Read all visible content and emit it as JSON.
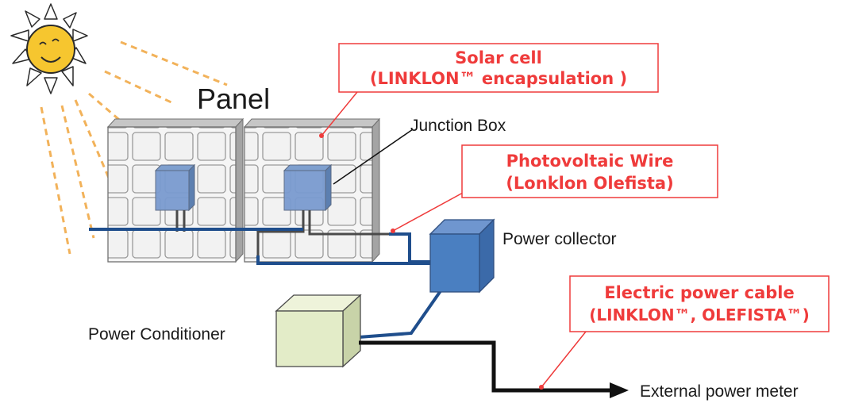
{
  "labels": {
    "panel": "Panel",
    "junction_box": "Junction Box",
    "power_collector": "Power collector",
    "power_conditioner": "Power Conditioner",
    "external_power_meter": "External power meter"
  },
  "callouts": {
    "solar_cell": {
      "line1": "Solar cell",
      "line2": "(LINKLON™ encapsulation )"
    },
    "photovoltaic_wire": {
      "line1": "Photovoltaic Wire",
      "line2": "(Lonklon Olefista)"
    },
    "electric_power_cable": {
      "line1": "Electric power cable",
      "line2": "(LINKLON™, OLEFISTA™)"
    }
  },
  "colors": {
    "callout_red": "#ef3b3b",
    "wire_blue": "#1f4e8c",
    "box_blue": "#4a7fc1",
    "conditioner_green": "#e3ecc8",
    "sun_yellow": "#f6c62f",
    "ray_orange": "#f2b25a",
    "panel_gray": "#e3e3e3"
  },
  "icons": [
    "sun-icon",
    "arrow-right-icon"
  ]
}
